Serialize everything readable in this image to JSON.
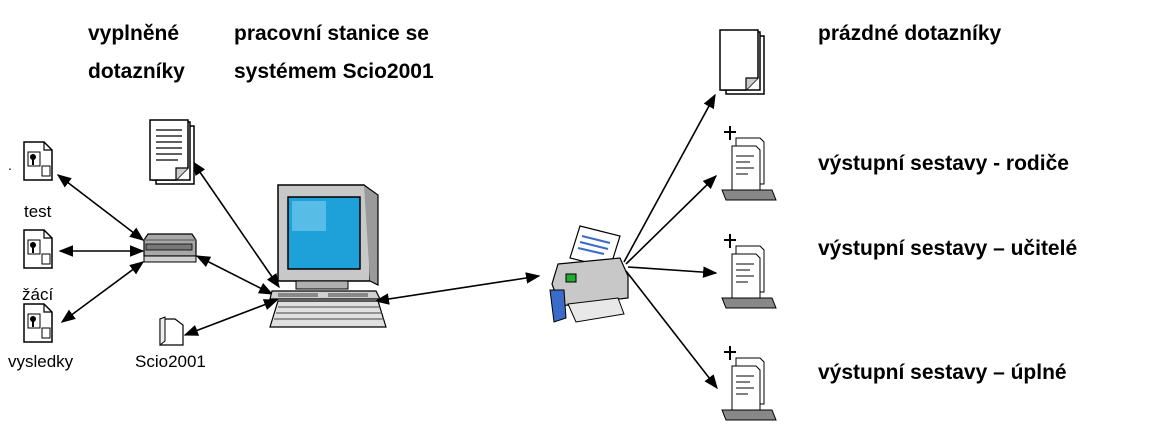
{
  "labels": {
    "filled_1": "vyplněné",
    "filled_2": "dotazníky",
    "station_1": "pracovní stanice se",
    "station_2": "systémem Scio2001",
    "empty": "prázdné dotazníky",
    "out_parents": "výstupní sestavy -  rodiče",
    "out_teachers": "výstupní sestavy – učitelé",
    "out_full": "výstupní sestavy – úplné"
  },
  "files": {
    "test": "test",
    "students": "žácí",
    "results": "vysledky",
    "scio": "Scio2001"
  },
  "icons": [
    "document-stack-icon",
    "file-key-icon",
    "scanner-icon",
    "computer-icon",
    "folder-icon",
    "printer-icon",
    "report-icon"
  ],
  "colors": {
    "screen": "#1ea0d8",
    "monitor": "#c8c8c8",
    "printer_accent": "#3a6bc8"
  }
}
